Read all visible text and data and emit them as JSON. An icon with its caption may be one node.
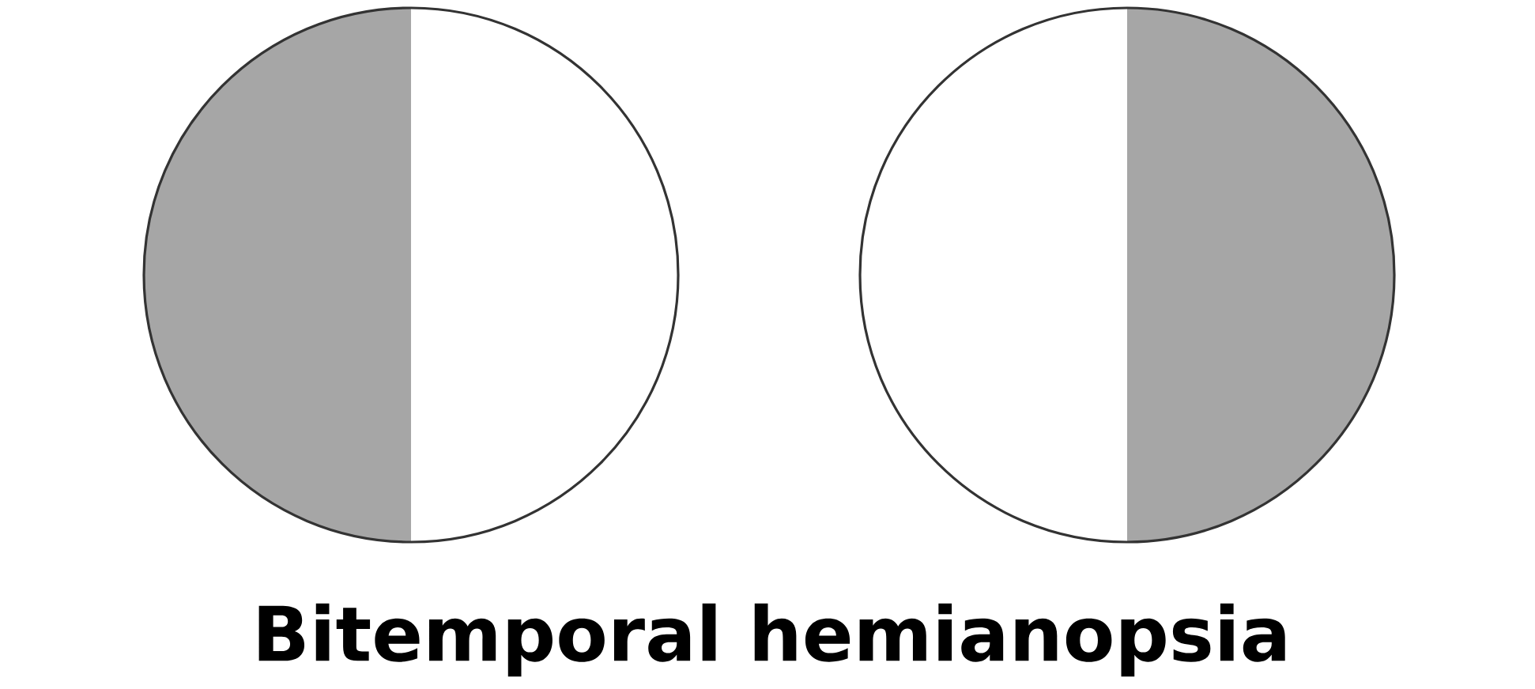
{
  "diagram": {
    "title": "Bitemporal hemianopsia",
    "nodes": [
      {
        "text": [],
        "shape": "circle"
      },
      {
        "text": [],
        "shape": "circle"
      }
    ]
  }
}
